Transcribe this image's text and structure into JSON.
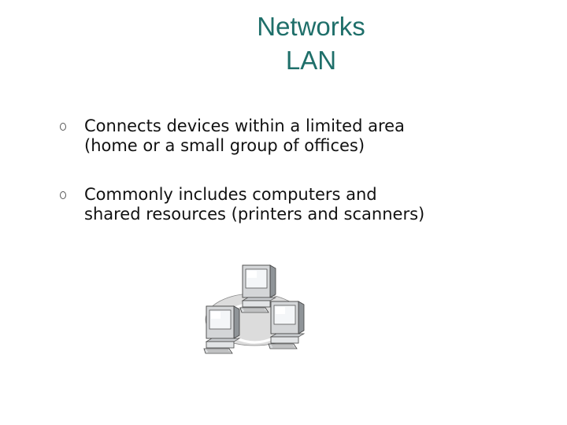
{
  "slide": {
    "title_lines": [
      "Networks",
      "LAN"
    ],
    "bullets": [
      {
        "lines": [
          "Connects devices within a limited area",
          "(home or a small group of offices)"
        ]
      },
      {
        "lines": [
          "Commonly includes computers and",
          "shared resources (printers and scanners)"
        ]
      }
    ],
    "diagram": {
      "icon": "lan-computers-icon",
      "computers": 3
    },
    "colors": {
      "title": "#1f6f6a",
      "text": "#111111",
      "network_ellipse": "#dcdcdc"
    }
  }
}
